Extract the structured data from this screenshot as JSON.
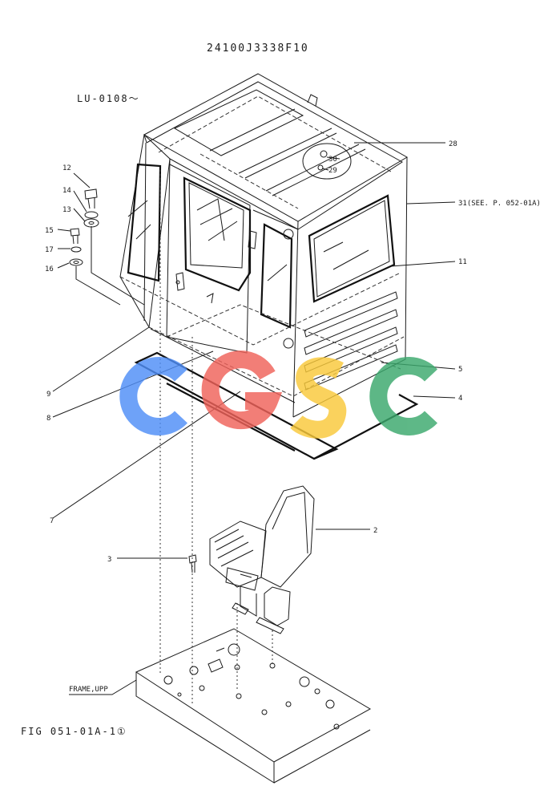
{
  "header": {
    "part_number": "24100J3338F10",
    "serial_range": "LU-0108〜",
    "figure_id": "FIG 051-01A-1①"
  },
  "callouts": {
    "c2": "2",
    "c3": "3",
    "c4": "4",
    "c5": "5",
    "c7": "7",
    "c8": "8",
    "c9": "9",
    "c11": "11",
    "c12": "12",
    "c13": "13",
    "c14": "14",
    "c15": "15",
    "c16": "16",
    "c17": "17",
    "c28": "28",
    "c29": "29",
    "c30": "30",
    "c31": "31(SEE. P. 052-01A)"
  },
  "labels": {
    "frame": "FRAME,UPP"
  },
  "watermark": {
    "text": "CGSC",
    "colors": [
      "#4f8ef7",
      "#f0625a",
      "#f9c93a",
      "#3aa86c"
    ]
  }
}
